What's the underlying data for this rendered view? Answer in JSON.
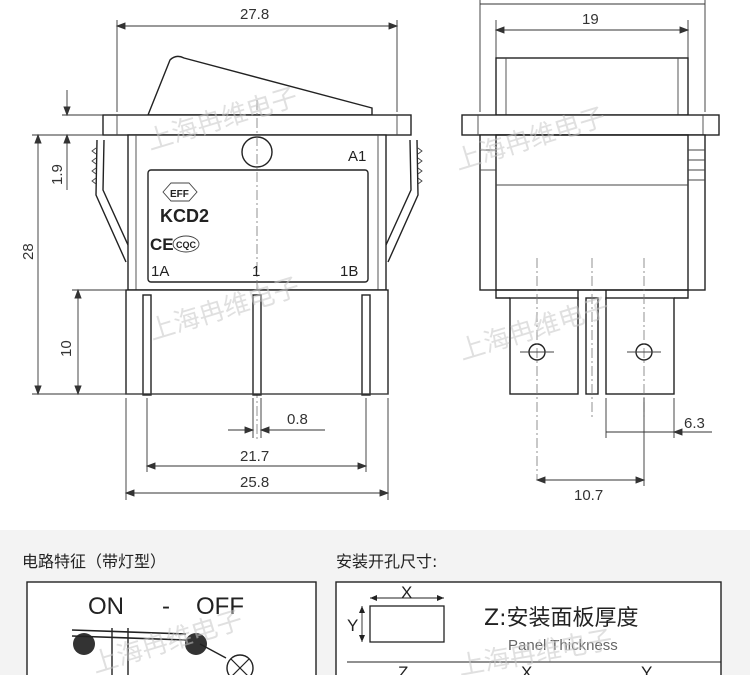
{
  "dimensions": {
    "width_overall": "27.8",
    "width_body": "19",
    "height_lip": "1.9",
    "height_total": "28",
    "height_terminal": "10",
    "terminal_thickness": "0.8",
    "terminal_span": "21.7",
    "base_width": "25.8",
    "terminal_width": "6.3",
    "terminal_pitch": "10.7"
  },
  "labels": {
    "brand_mark": "EFF",
    "model": "KCD2",
    "ce_mark": "CE",
    "cqc_mark": "CQC",
    "pin_a1": "A1",
    "pin_1a": "1A",
    "pin_1": "1",
    "pin_1b": "1B"
  },
  "watermark": "上海冉维电子",
  "circuit": {
    "title": "电路特征（带灯型）",
    "on_label": "ON",
    "dash": "-",
    "off_label": "OFF"
  },
  "mounting": {
    "title": "安装开孔尺寸:",
    "x_label": "X",
    "y_label": "Y",
    "z_label": "Z",
    "z_title": "Z:安装面板厚度",
    "z_subtitle": "Panel Thickness"
  }
}
